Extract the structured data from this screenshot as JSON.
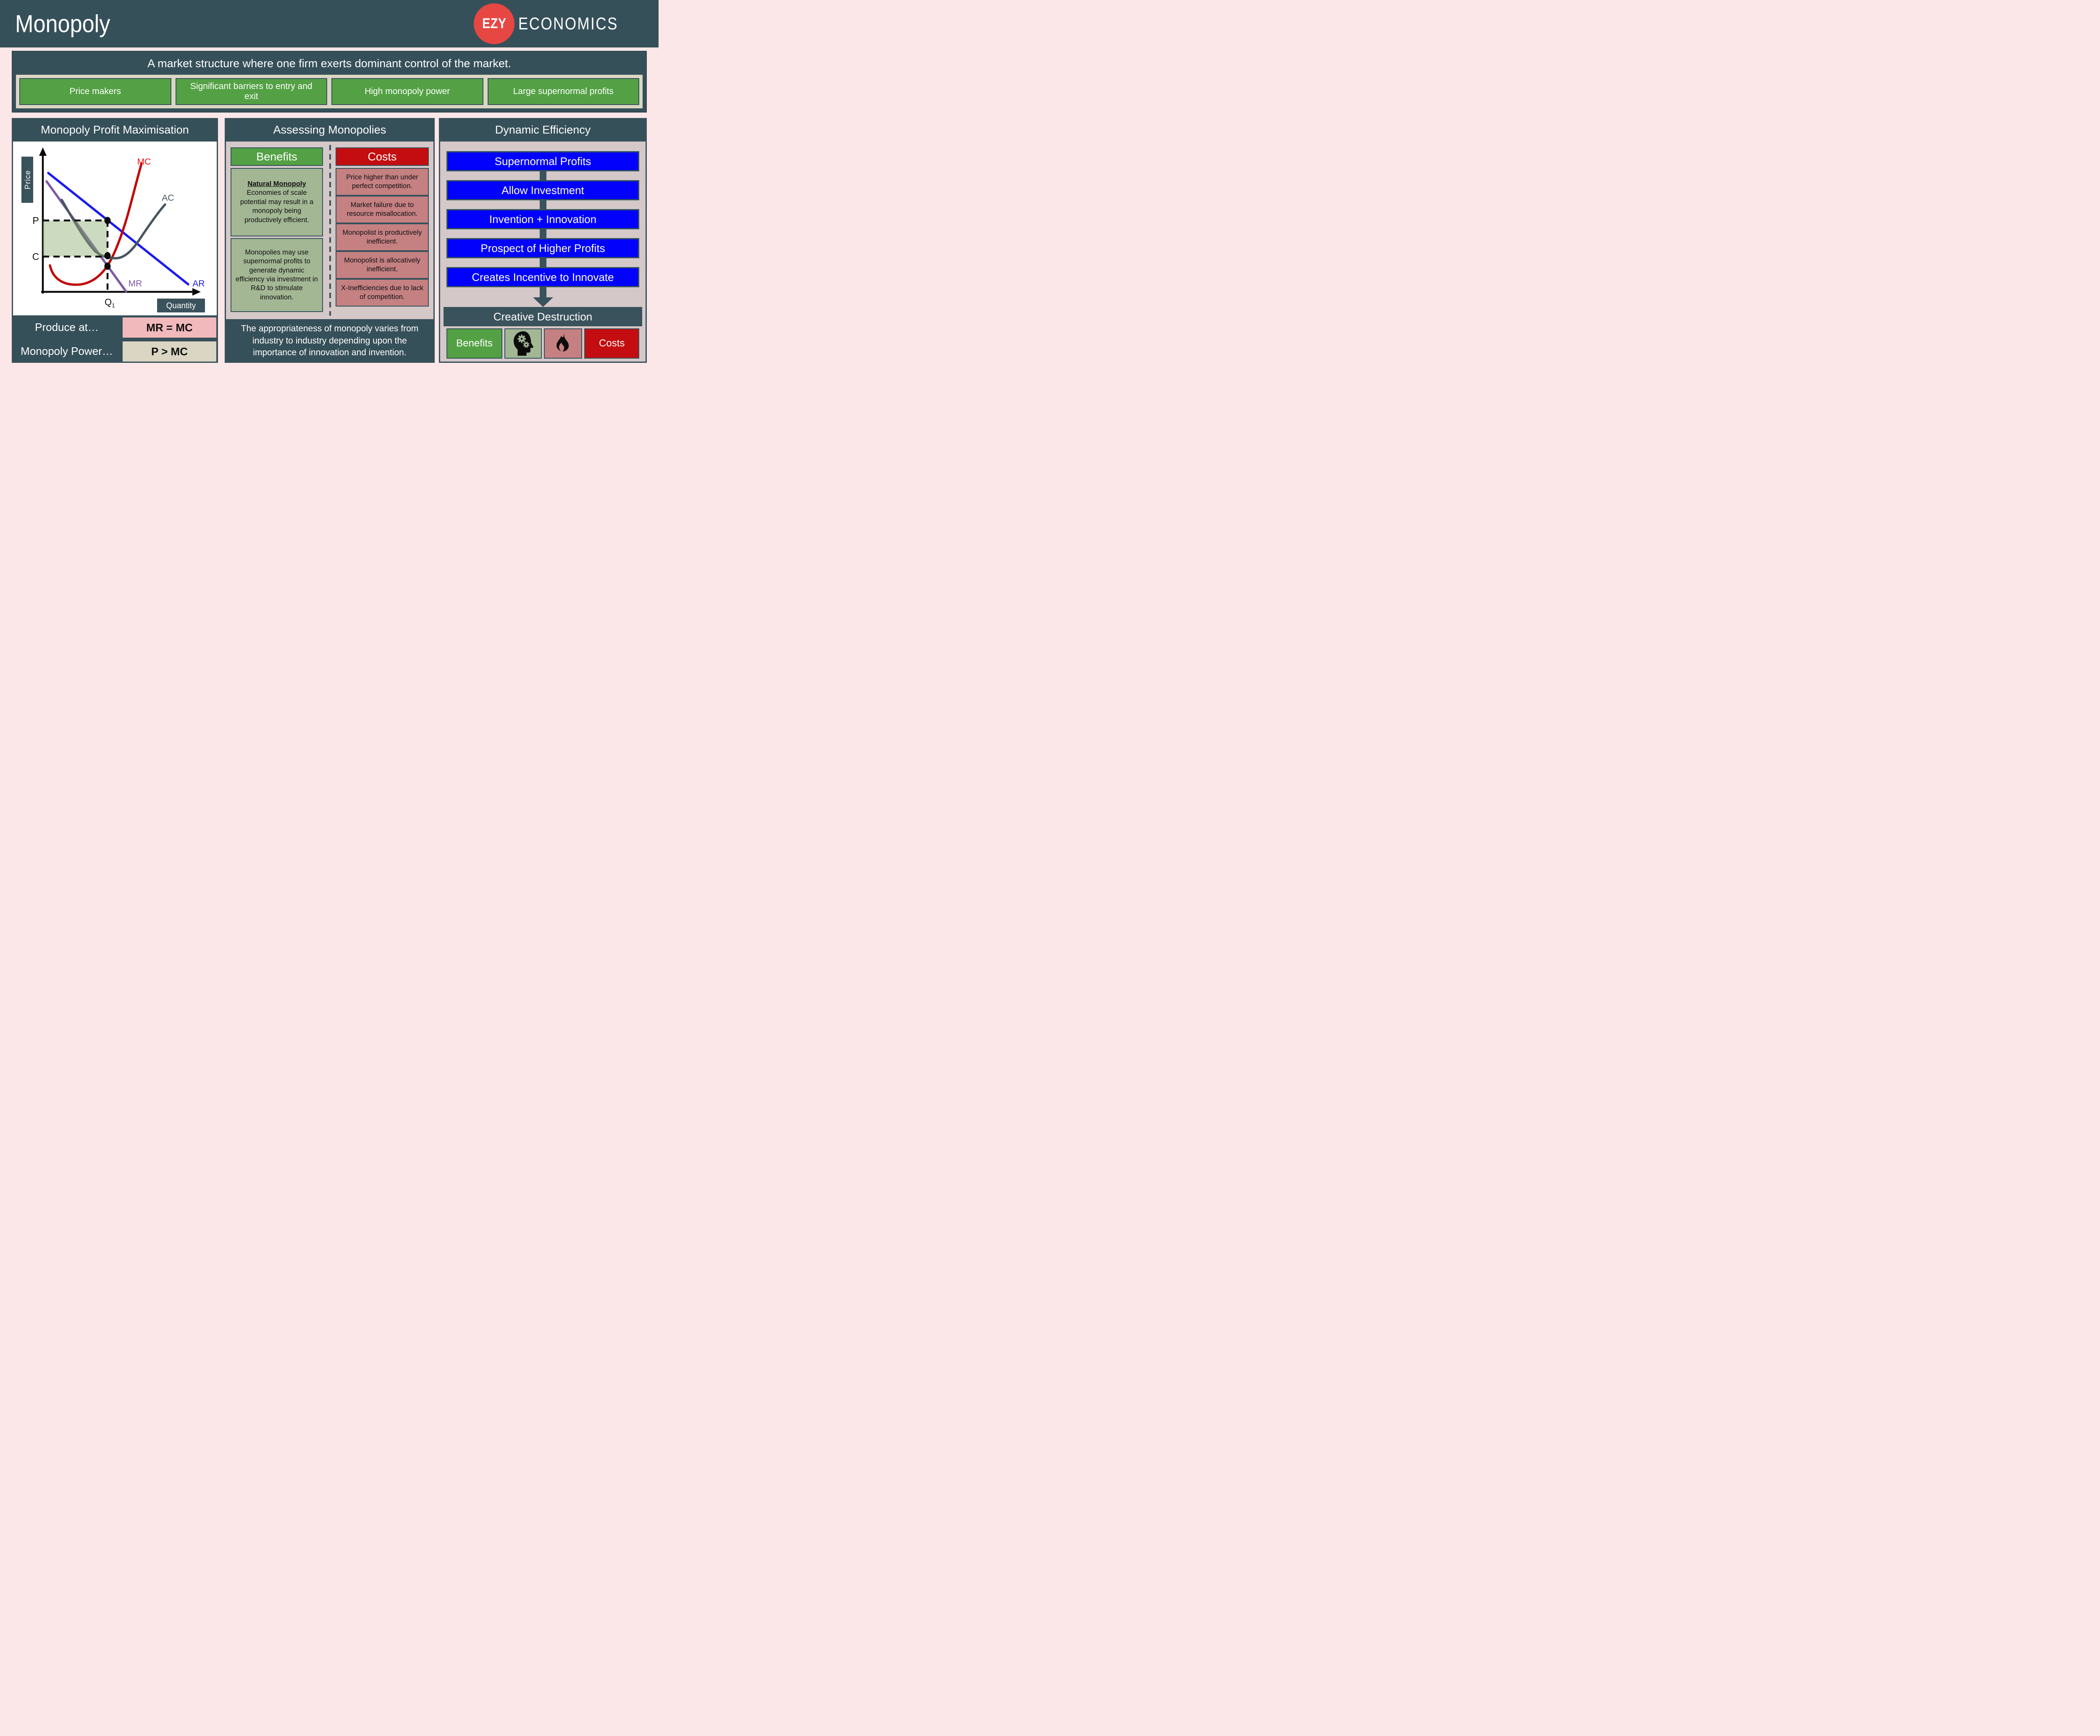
{
  "header": {
    "title": "Monopoly",
    "logo_ezy": "EZY",
    "logo_economics": "ECONOMICS"
  },
  "definition": {
    "text": "A market structure where one firm exerts dominant control of the market.",
    "features": [
      "Price makers",
      "Significant barriers to entry and exit",
      "High monopoly power",
      "Large supernormal profits"
    ]
  },
  "profit_max": {
    "title": "Monopoly Profit Maximisation",
    "graph": {
      "y_axis_label": "Price",
      "x_axis_label": "Quantity",
      "curve_mc": "MC",
      "curve_ac": "AC",
      "curve_mr": "MR",
      "curve_ar": "AR",
      "price_level": "P",
      "cost_level": "C",
      "quantity_letter": "Q",
      "quantity_subscript": "1"
    },
    "rows": [
      {
        "label": "Produce at…",
        "value": "MR = MC"
      },
      {
        "label": "Monopoly Power…",
        "value": "P > MC"
      }
    ]
  },
  "assessing": {
    "title": "Assessing Monopolies",
    "benefits_header": "Benefits",
    "benefit_1_heading": "Natural Monopoly",
    "benefit_1_body": "Economies of scale potential may result in a monopoly being productively efficient.",
    "benefit_2_body": "Monopolies may use supernormal profits to generate dynamic efficiency via investment in R&D to stimulate innovation.",
    "costs_header": "Costs",
    "costs_items": [
      "Price higher than under perfect competition.",
      "Market failure due to resource misallocation.",
      "Monopolist is productively inefficient.",
      "Monopolist is allocatively inefficient.",
      "X-Inefficiencies due to lack of competition."
    ],
    "footer": "The appropriateness of monopoly varies from industry to industry depending upon the importance of innovation and invention."
  },
  "dynamic": {
    "title": "Dynamic Efficiency",
    "steps": [
      "Supernormal Profits",
      "Allow Investment",
      "Invention + Innovation",
      "Prospect of Higher Profits",
      "Creates Incentive to Innovate"
    ],
    "creative_destruction": "Creative Destruction",
    "cd_benefits": "Benefits",
    "cd_costs": "Costs",
    "icons": {
      "left": "head-gears-icon",
      "right": "flame-icon"
    }
  },
  "colors": {
    "slate": "#3a525c",
    "header_bg": "#36505a",
    "page_pink": "#fbe7e7",
    "green": "#53a144",
    "sage": "#a3b794",
    "red": "#c40d10",
    "rose": "#c58082",
    "mauve": "#d4c8c8",
    "beige": "#dad6c3",
    "pink_value_box": "#f2b9bc",
    "blue": "#0202fc",
    "logo_red": "#e74742",
    "mc_red": "#c00508",
    "mr_purple": "#7e58a8",
    "ar_blue": "#1b1bef",
    "ac_slate": "#46565e",
    "profit_area_fill": "#8fae74"
  }
}
